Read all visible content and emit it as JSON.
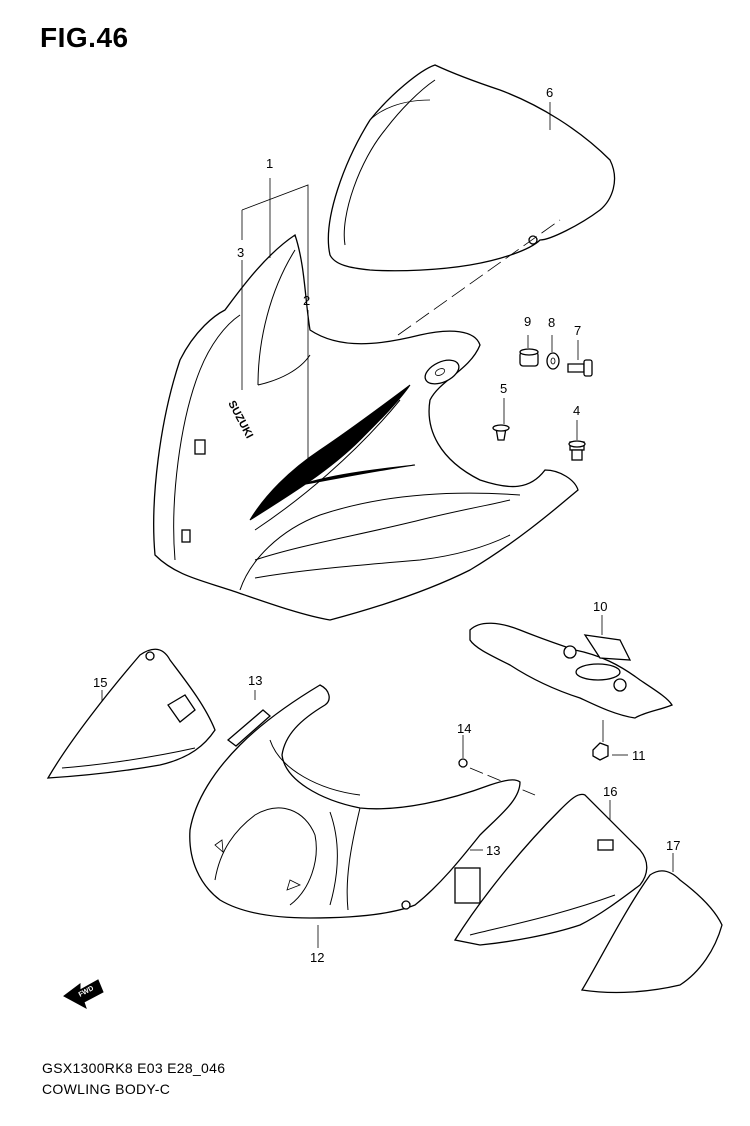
{
  "figure": {
    "title": "FIG.46",
    "model_code": "GSX1300RK8 E03 E28_046",
    "section_name": "COWLING BODY-C"
  },
  "callouts": [
    {
      "id": "1",
      "label": "1"
    },
    {
      "id": "2",
      "label": "2"
    },
    {
      "id": "3",
      "label": "3"
    },
    {
      "id": "4",
      "label": "4"
    },
    {
      "id": "5",
      "label": "5"
    },
    {
      "id": "6",
      "label": "6"
    },
    {
      "id": "7",
      "label": "7"
    },
    {
      "id": "8",
      "label": "8"
    },
    {
      "id": "9",
      "label": "9"
    },
    {
      "id": "10",
      "label": "10"
    },
    {
      "id": "11",
      "label": "11"
    },
    {
      "id": "12",
      "label": "12"
    },
    {
      "id": "13a",
      "label": "13"
    },
    {
      "id": "13b",
      "label": "13"
    },
    {
      "id": "14",
      "label": "14"
    },
    {
      "id": "15",
      "label": "15"
    },
    {
      "id": "16",
      "label": "16"
    },
    {
      "id": "17",
      "label": "17"
    }
  ],
  "decals": {
    "brand_logo": "SUZUKI",
    "fwd_arrow": "FWD"
  }
}
